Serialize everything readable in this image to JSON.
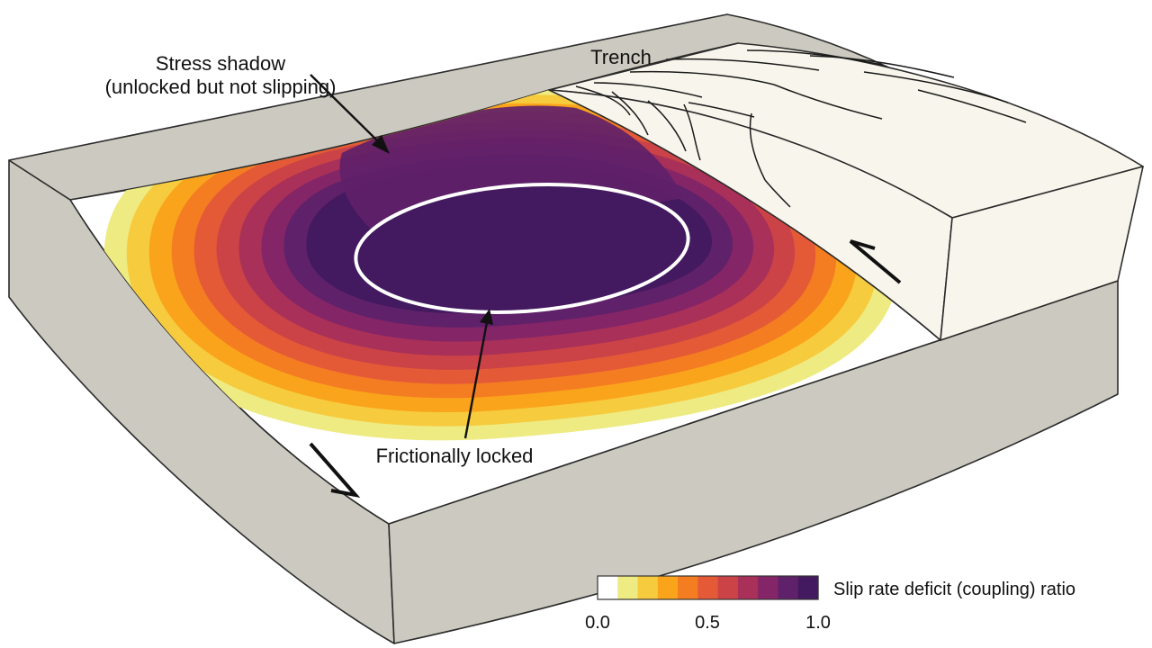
{
  "labels": {
    "trench": "Trench",
    "stress_shadow_line1": "Stress shadow",
    "stress_shadow_line2": "(unlocked but not slipping)",
    "frictionally_locked": "Frictionally locked"
  },
  "legend": {
    "title": "Slip rate deficit (coupling) ratio",
    "tick_min": "0.0",
    "tick_mid": "0.5",
    "tick_max": "1.0",
    "colors": [
      "#ffffff",
      "#eeeb83",
      "#f7cb3e",
      "#faa41c",
      "#f47d22",
      "#e45a37",
      "#cb4346",
      "#a83059",
      "#842567",
      "#5f2169",
      "#43195f"
    ]
  }
}
